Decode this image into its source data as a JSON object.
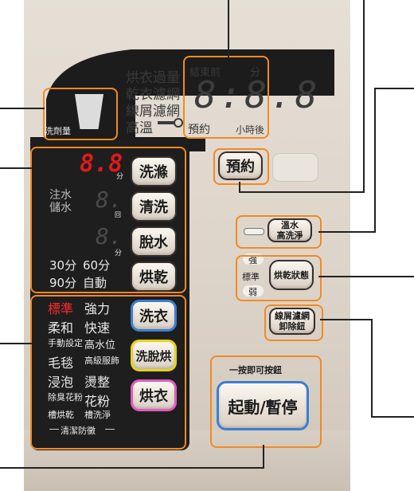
{
  "display": {
    "indicators": [
      "烘衣過量",
      "乾衣濾網",
      "線屑濾網",
      "高溫"
    ],
    "finish_label": "結束前",
    "minute_label": "分",
    "digits": "8:8.8",
    "reserve_label": "預約",
    "hours_later_label": "小時後",
    "detergent_label": "洗劑量"
  },
  "left_panel": {
    "time_digits": "8.8",
    "minute_unit": "分",
    "water_inject": "注水",
    "water_store": "儲水",
    "single_digit": "8.",
    "times_unit": "回",
    "dry_options": [
      "30分",
      "60分",
      "90分",
      "自動"
    ]
  },
  "process_buttons": [
    "洗滌",
    "清洗",
    "脫水",
    "烘乾"
  ],
  "courses": {
    "left": [
      "標準",
      "柔和",
      "手動設定",
      "毛毯",
      "浸泡",
      "除臭花粉",
      "槽烘乾"
    ],
    "right": [
      "強力",
      "快速",
      "高水位",
      "高級服飾",
      "燙整",
      "花粉",
      "槽洗淨"
    ],
    "footer": "清潔防黴"
  },
  "mode_buttons": {
    "wash": "洗衣",
    "wash_dry": "洗脫烘",
    "dry": "烘衣"
  },
  "reserve_button": "預約",
  "warm_water": {
    "line1": "溫水",
    "line2": "高洗淨"
  },
  "dry_state": {
    "strong": "強",
    "standard": "標準",
    "weak": "弱",
    "button": "烘乾狀態"
  },
  "lint_filter": {
    "line1": "線屑濾網",
    "line2": "卸除鈕"
  },
  "start": {
    "caption": "一按即可按鈕",
    "button": "起動/暫停"
  },
  "colors": {
    "highlight": "#f08a24",
    "red_text": "#ff2a2a"
  }
}
